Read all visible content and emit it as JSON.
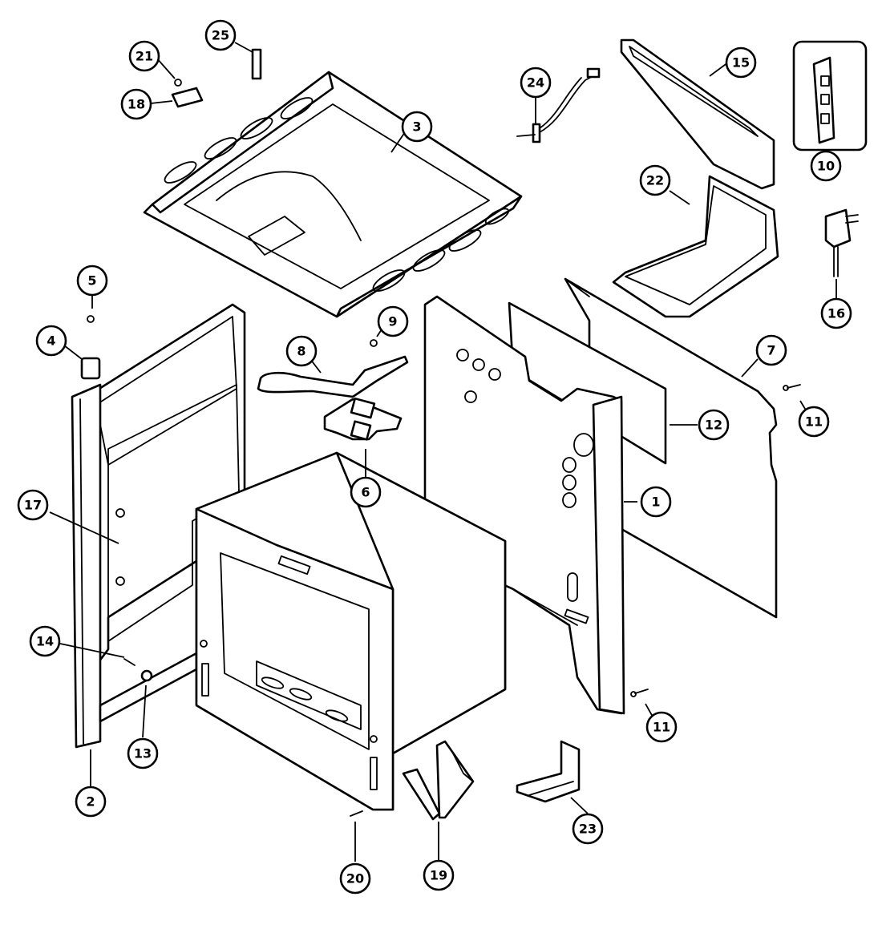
{
  "callouts": {
    "c1": "1",
    "c2": "2",
    "c3": "3",
    "c4": "4",
    "c5": "5",
    "c6": "6",
    "c7": "7",
    "c8": "8",
    "c9": "9",
    "c10": "10",
    "c11a": "11",
    "c11b": "11",
    "c12": "12",
    "c13": "13",
    "c14": "14",
    "c15": "15",
    "c16": "16",
    "c17": "17",
    "c18": "18",
    "c19": "19",
    "c20": "20",
    "c21": "21",
    "c22": "22",
    "c23": "23",
    "c24": "24",
    "c25": "25"
  }
}
